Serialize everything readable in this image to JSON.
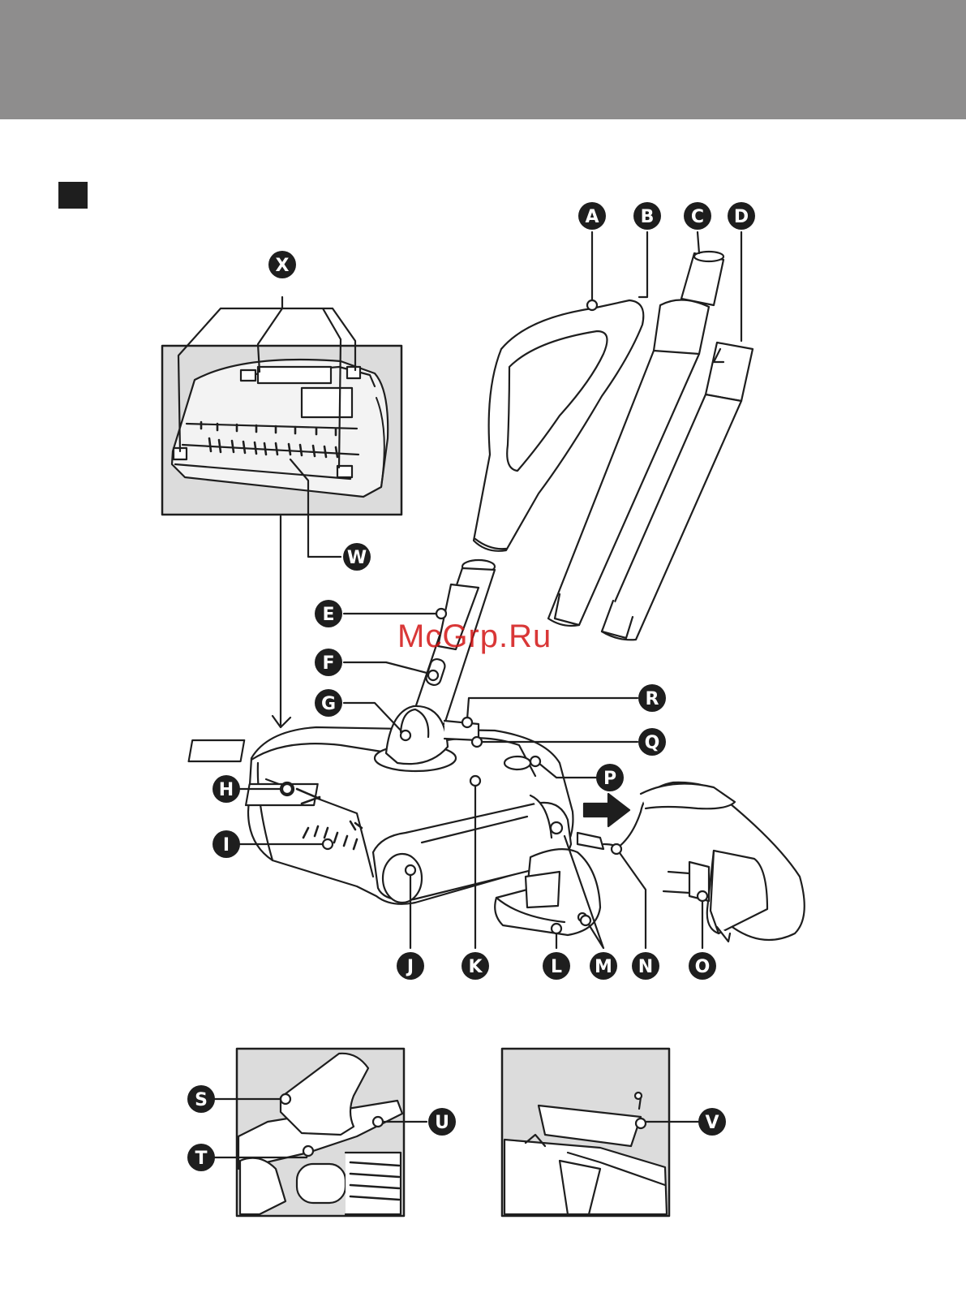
{
  "watermark": "McGrp.Ru",
  "colors": {
    "header": "#8e8d8d",
    "inset_background": "#dcdcdc",
    "callout": "#1e1e1e",
    "watermark": "#d21414"
  },
  "callouts": [
    {
      "id": "A",
      "label": "A"
    },
    {
      "id": "B",
      "label": "B"
    },
    {
      "id": "C",
      "label": "C"
    },
    {
      "id": "D",
      "label": "D"
    },
    {
      "id": "E",
      "label": "E"
    },
    {
      "id": "F",
      "label": "F"
    },
    {
      "id": "G",
      "label": "G"
    },
    {
      "id": "H",
      "label": "H"
    },
    {
      "id": "I",
      "label": "I"
    },
    {
      "id": "J",
      "label": "J"
    },
    {
      "id": "K",
      "label": "K"
    },
    {
      "id": "L",
      "label": "L"
    },
    {
      "id": "M",
      "label": "M"
    },
    {
      "id": "N",
      "label": "N"
    },
    {
      "id": "O",
      "label": "O"
    },
    {
      "id": "P",
      "label": "P"
    },
    {
      "id": "Q",
      "label": "Q"
    },
    {
      "id": "R",
      "label": "R"
    },
    {
      "id": "S",
      "label": "S"
    },
    {
      "id": "T",
      "label": "T"
    },
    {
      "id": "U",
      "label": "U"
    },
    {
      "id": "V",
      "label": "V"
    },
    {
      "id": "W",
      "label": "W"
    },
    {
      "id": "X",
      "label": "X"
    }
  ]
}
